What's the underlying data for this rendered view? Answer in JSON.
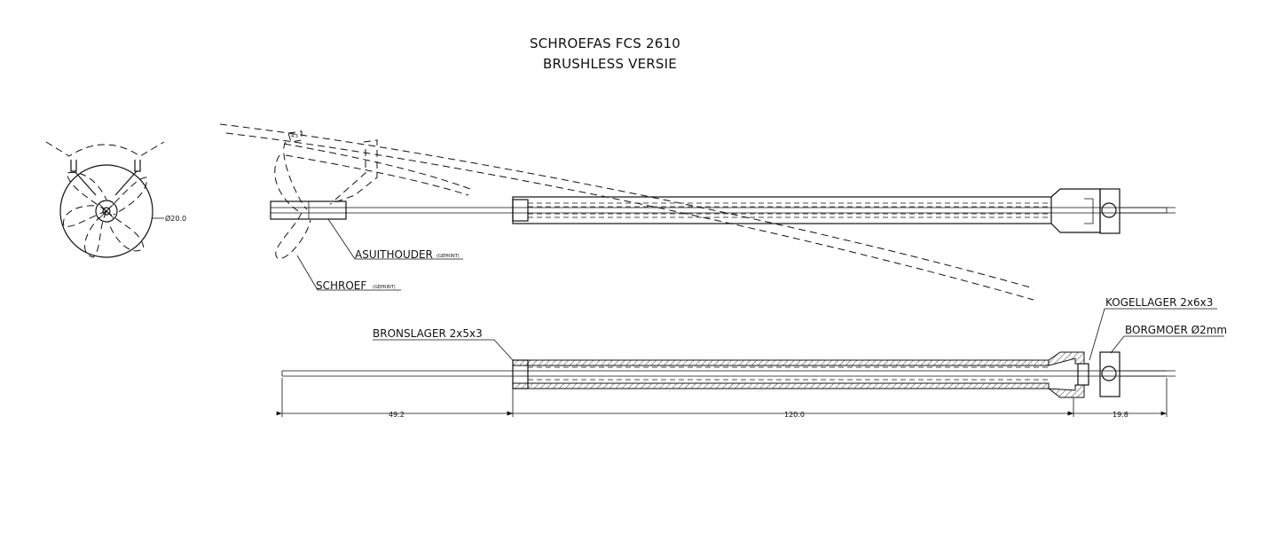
{
  "title": {
    "line1": "SCHROEFAS FCS 2610",
    "line2": "BRUSHLESS VERSIE"
  },
  "front_view": {
    "diameter_label": "Ø20.0"
  },
  "side_view": {
    "asuithouder_label": "ASUITHOUDER",
    "asuithouder_note": "(GEPRINT)",
    "schroef_label": "SCHROEF",
    "schroef_note": "(GEPRINT)",
    "angle_mark": "4.3"
  },
  "section_view": {
    "bronslager_label": "BRONSLAGER 2x5x3",
    "kogellager_label": "KOGELLAGER 2x6x3",
    "borgmoer_label": "BORGMOER Ø2mm",
    "dim_left": "49.2",
    "dim_middle": "120.0",
    "dim_right": "19.8"
  }
}
